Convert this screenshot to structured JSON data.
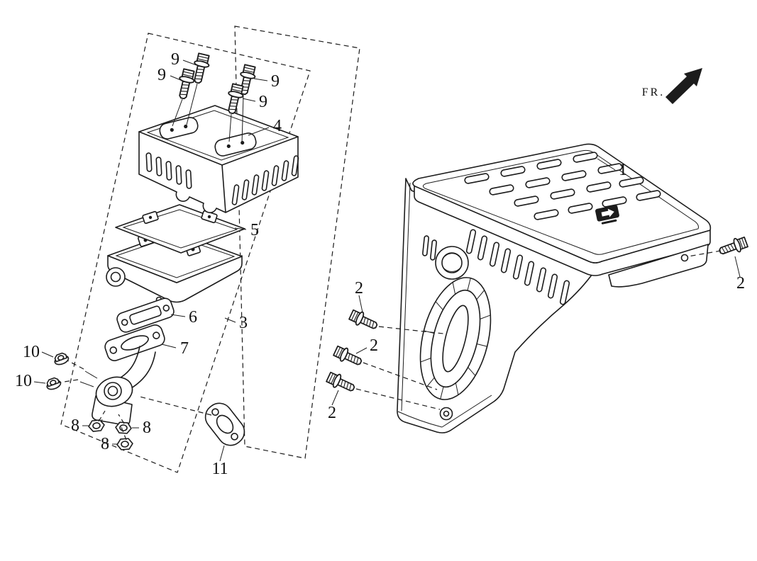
{
  "diagram": {
    "direction_label": "FR.",
    "colors": {
      "ink": "#1c1c1c",
      "paper": "#ffffff"
    },
    "icons": {
      "direction_arrow": "fr-direction-arrow",
      "emblem": "brand-emblem"
    },
    "callouts": [
      {
        "id": "bolt-9-top-left-upper",
        "num": "9"
      },
      {
        "id": "bolt-9-top-left-lower",
        "num": "9"
      },
      {
        "id": "bolt-9-top-right-upper",
        "num": "9"
      },
      {
        "id": "bolt-9-top-right-lower",
        "num": "9"
      },
      {
        "id": "air-cleaner-cover",
        "num": "4"
      },
      {
        "id": "air-filter-element",
        "num": "5"
      },
      {
        "id": "air-cleaner-assembly",
        "num": "3"
      },
      {
        "id": "gasket-upper",
        "num": "6"
      },
      {
        "id": "insulator-spacer",
        "num": "7"
      },
      {
        "id": "flange-nut-upper",
        "num": "10"
      },
      {
        "id": "flange-nut-lower",
        "num": "10"
      },
      {
        "id": "nut-left",
        "num": "8"
      },
      {
        "id": "nut-right",
        "num": "8"
      },
      {
        "id": "nut-bottom",
        "num": "8"
      },
      {
        "id": "gasket-lower",
        "num": "11"
      },
      {
        "id": "muffler-protector",
        "num": "1"
      },
      {
        "id": "bolt-2-right",
        "num": "2"
      },
      {
        "id": "bolt-2-upper",
        "num": "2"
      },
      {
        "id": "bolt-2-middle",
        "num": "2"
      },
      {
        "id": "bolt-2-lower",
        "num": "2"
      }
    ]
  }
}
